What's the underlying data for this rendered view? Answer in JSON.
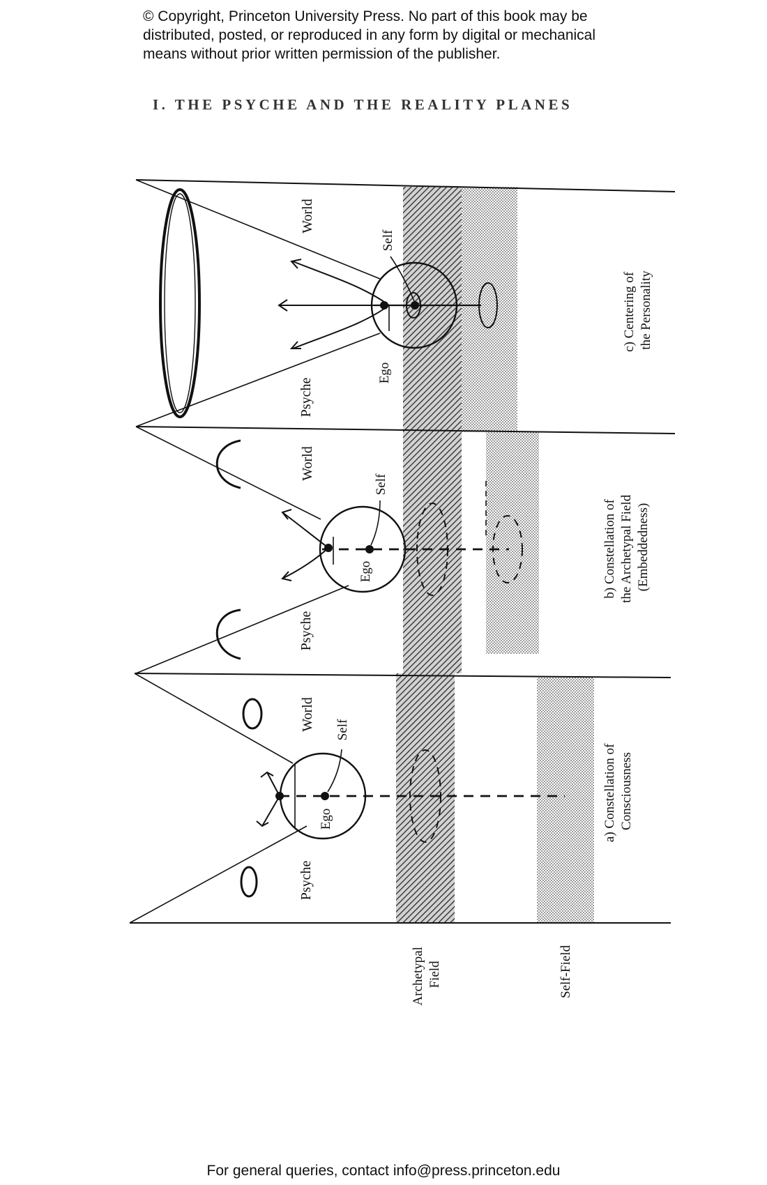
{
  "header": {
    "copyright": "© Copyright, Princeton University Press. No part of this book may be\ndistributed, posted, or reproduced in any form by digital or mechanical\nmeans without prior written permission of the publisher.",
    "plate_title": "I. THE PSYCHE AND THE REALITY PLANES"
  },
  "diagram": {
    "side_labels": {
      "archetypal_field": [
        "Archetypal",
        "Field"
      ],
      "self_field": "Self-Field"
    },
    "panels": {
      "a": {
        "caption": [
          "a) Constellation of",
          "Consciousness"
        ],
        "psyche": "Psyche",
        "world": "World",
        "ego": "Ego",
        "self": "Self"
      },
      "b": {
        "caption": [
          "b) Constellation of",
          "the Archetypal Field",
          "(Embeddedness)"
        ],
        "psyche": "Psyche",
        "world": "World",
        "ego": "Ego",
        "self": "Self"
      },
      "c": {
        "caption": [
          "c) Centering of",
          "the Personality"
        ],
        "psyche": "Psyche",
        "world": "World",
        "ego": "Ego",
        "self": "Self"
      }
    }
  },
  "footer": {
    "contact": "For general queries, contact info@press.princeton.edu"
  }
}
